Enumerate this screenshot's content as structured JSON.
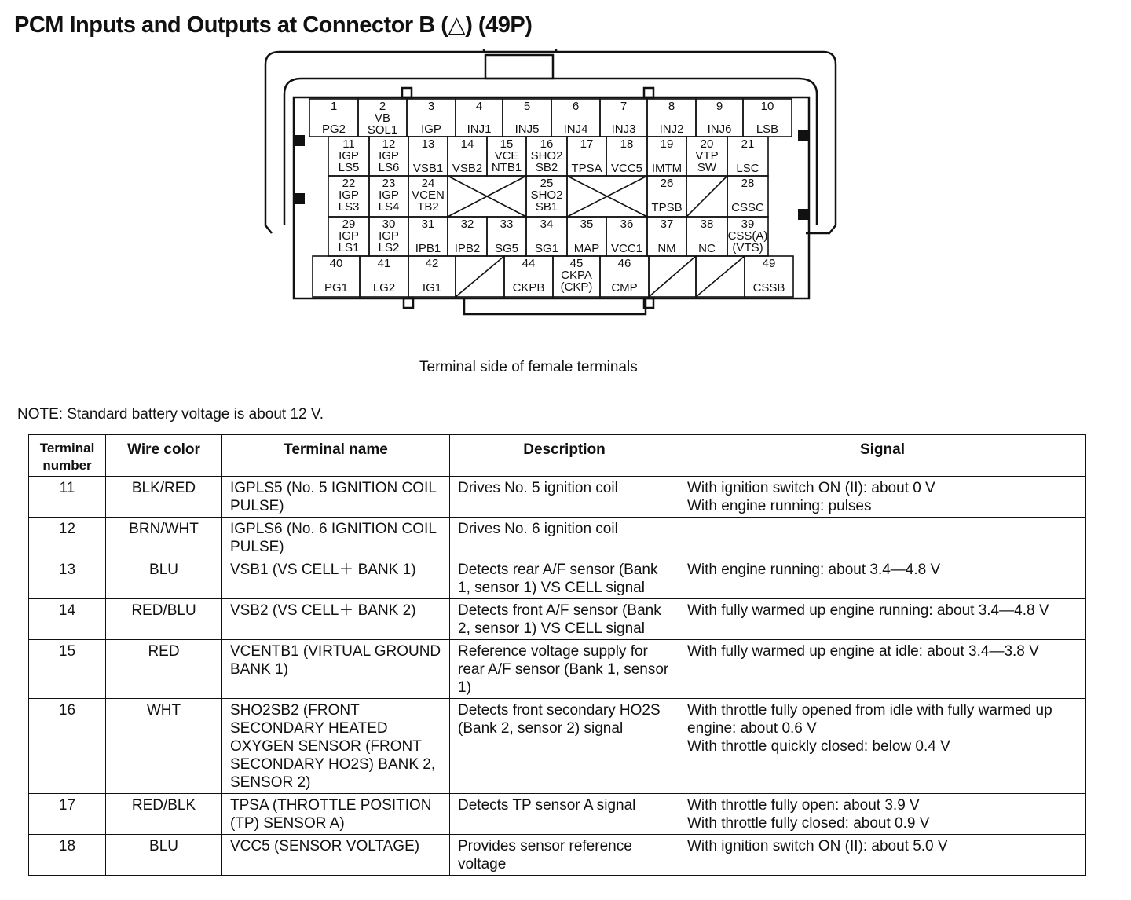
{
  "title": "PCM Inputs and Outputs at Connector B (△) (49P)",
  "diagram": {
    "caption": "Terminal side of female terminals",
    "terminals": [
      {
        "n": "1",
        "label": "PG2"
      },
      {
        "n": "2",
        "label": "VB\nSOL1"
      },
      {
        "n": "3",
        "label": "IGP"
      },
      {
        "n": "4",
        "label": "INJ1"
      },
      {
        "n": "5",
        "label": "INJ5"
      },
      {
        "n": "6",
        "label": "INJ4"
      },
      {
        "n": "7",
        "label": "INJ3"
      },
      {
        "n": "8",
        "label": "INJ2"
      },
      {
        "n": "9",
        "label": "INJ6"
      },
      {
        "n": "10",
        "label": "LSB"
      },
      {
        "n": "11",
        "label": "IGP\nLS5"
      },
      {
        "n": "12",
        "label": "IGP\nLS6"
      },
      {
        "n": "13",
        "label": "VSB1"
      },
      {
        "n": "14",
        "label": "VSB2"
      },
      {
        "n": "15",
        "label": "VCE\nNTB1"
      },
      {
        "n": "16",
        "label": "SHO2\nSB2"
      },
      {
        "n": "17",
        "label": "TPSA"
      },
      {
        "n": "18",
        "label": "VCC5"
      },
      {
        "n": "19",
        "label": "IMTM"
      },
      {
        "n": "20",
        "label": "VTP\nSW"
      },
      {
        "n": "21",
        "label": "LSC"
      },
      {
        "n": "22",
        "label": "IGP\nLS3"
      },
      {
        "n": "23",
        "label": "IGP\nLS4"
      },
      {
        "n": "24",
        "label": "VCEN\nTB2"
      },
      {
        "n": "25",
        "label": "SHO2\nSB1"
      },
      {
        "n": "26",
        "label": "TPSB"
      },
      {
        "n": "28",
        "label": "CSSC"
      },
      {
        "n": "29",
        "label": "IGP\nLS1"
      },
      {
        "n": "30",
        "label": "IGP\nLS2"
      },
      {
        "n": "31",
        "label": "IPB1"
      },
      {
        "n": "32",
        "label": "IPB2"
      },
      {
        "n": "33",
        "label": "SG5"
      },
      {
        "n": "34",
        "label": "SG1"
      },
      {
        "n": "35",
        "label": "MAP"
      },
      {
        "n": "36",
        "label": "VCC1"
      },
      {
        "n": "37",
        "label": "NM"
      },
      {
        "n": "38",
        "label": "NC"
      },
      {
        "n": "39",
        "label": "CSS(A)\n(VTS)"
      },
      {
        "n": "40",
        "label": "PG1"
      },
      {
        "n": "41",
        "label": "LG2"
      },
      {
        "n": "42",
        "label": "IG1"
      },
      {
        "n": "44",
        "label": "CKPB"
      },
      {
        "n": "45",
        "label": "CKPA\n(CKP)"
      },
      {
        "n": "46",
        "label": "CMP"
      },
      {
        "n": "49",
        "label": "CSSB"
      }
    ]
  },
  "note": "NOTE: Standard battery voltage is about 12 V.",
  "table": {
    "headers": {
      "number": "Terminal number",
      "wire": "Wire color",
      "name": "Terminal name",
      "description": "Description",
      "signal": "Signal"
    },
    "rows": [
      {
        "number": "11",
        "wire": "BLK/RED",
        "name": "IGPLS5 (No. 5 IGNITION COIL PULSE)",
        "description": "Drives No. 5 ignition coil",
        "signal": "With ignition switch ON (II): about 0 V\nWith engine running: pulses"
      },
      {
        "number": "12",
        "wire": "BRN/WHT",
        "name": "IGPLS6 (No. 6 IGNITION COIL PULSE)",
        "description": "Drives No. 6 ignition coil",
        "signal": ""
      },
      {
        "number": "13",
        "wire": "BLU",
        "name": "VSB1 (VS CELL＋ BANK 1)",
        "description": "Detects rear A/F sensor (Bank 1, sensor 1) VS CELL signal",
        "signal": "With engine running: about 3.4—4.8 V"
      },
      {
        "number": "14",
        "wire": "RED/BLU",
        "name": "VSB2 (VS CELL＋ BANK 2)",
        "description": "Detects front A/F sensor (Bank 2, sensor 1) VS CELL signal",
        "signal": "With fully warmed up engine running: about 3.4—4.8 V"
      },
      {
        "number": "15",
        "wire": "RED",
        "name": "VCENTB1 (VIRTUAL GROUND BANK 1)",
        "description": "Reference voltage supply for rear A/F sensor (Bank 1, sensor 1)",
        "signal": "With fully warmed up engine at idle: about 3.4—3.8 V"
      },
      {
        "number": "16",
        "wire": "WHT",
        "name": "SHO2SB2 (FRONT SECONDARY HEATED OXYGEN SENSOR (FRONT SECONDARY HO2S) BANK 2, SENSOR 2)",
        "description": "Detects front secondary HO2S (Bank 2, sensor 2) signal",
        "signal": "With throttle fully opened from idle with fully warmed up engine: about 0.6 V\nWith throttle quickly closed: below 0.4 V"
      },
      {
        "number": "17",
        "wire": "RED/BLK",
        "name": "TPSA (THROTTLE POSITION (TP) SENSOR A)",
        "description": "Detects TP sensor A signal",
        "signal": "With throttle fully open: about 3.9 V\nWith throttle fully closed: about 0.9 V"
      },
      {
        "number": "18",
        "wire": "BLU",
        "name": "VCC5 (SENSOR VOLTAGE)",
        "description": "Provides sensor reference voltage",
        "signal": "With ignition switch ON (II): about 5.0 V"
      }
    ]
  }
}
